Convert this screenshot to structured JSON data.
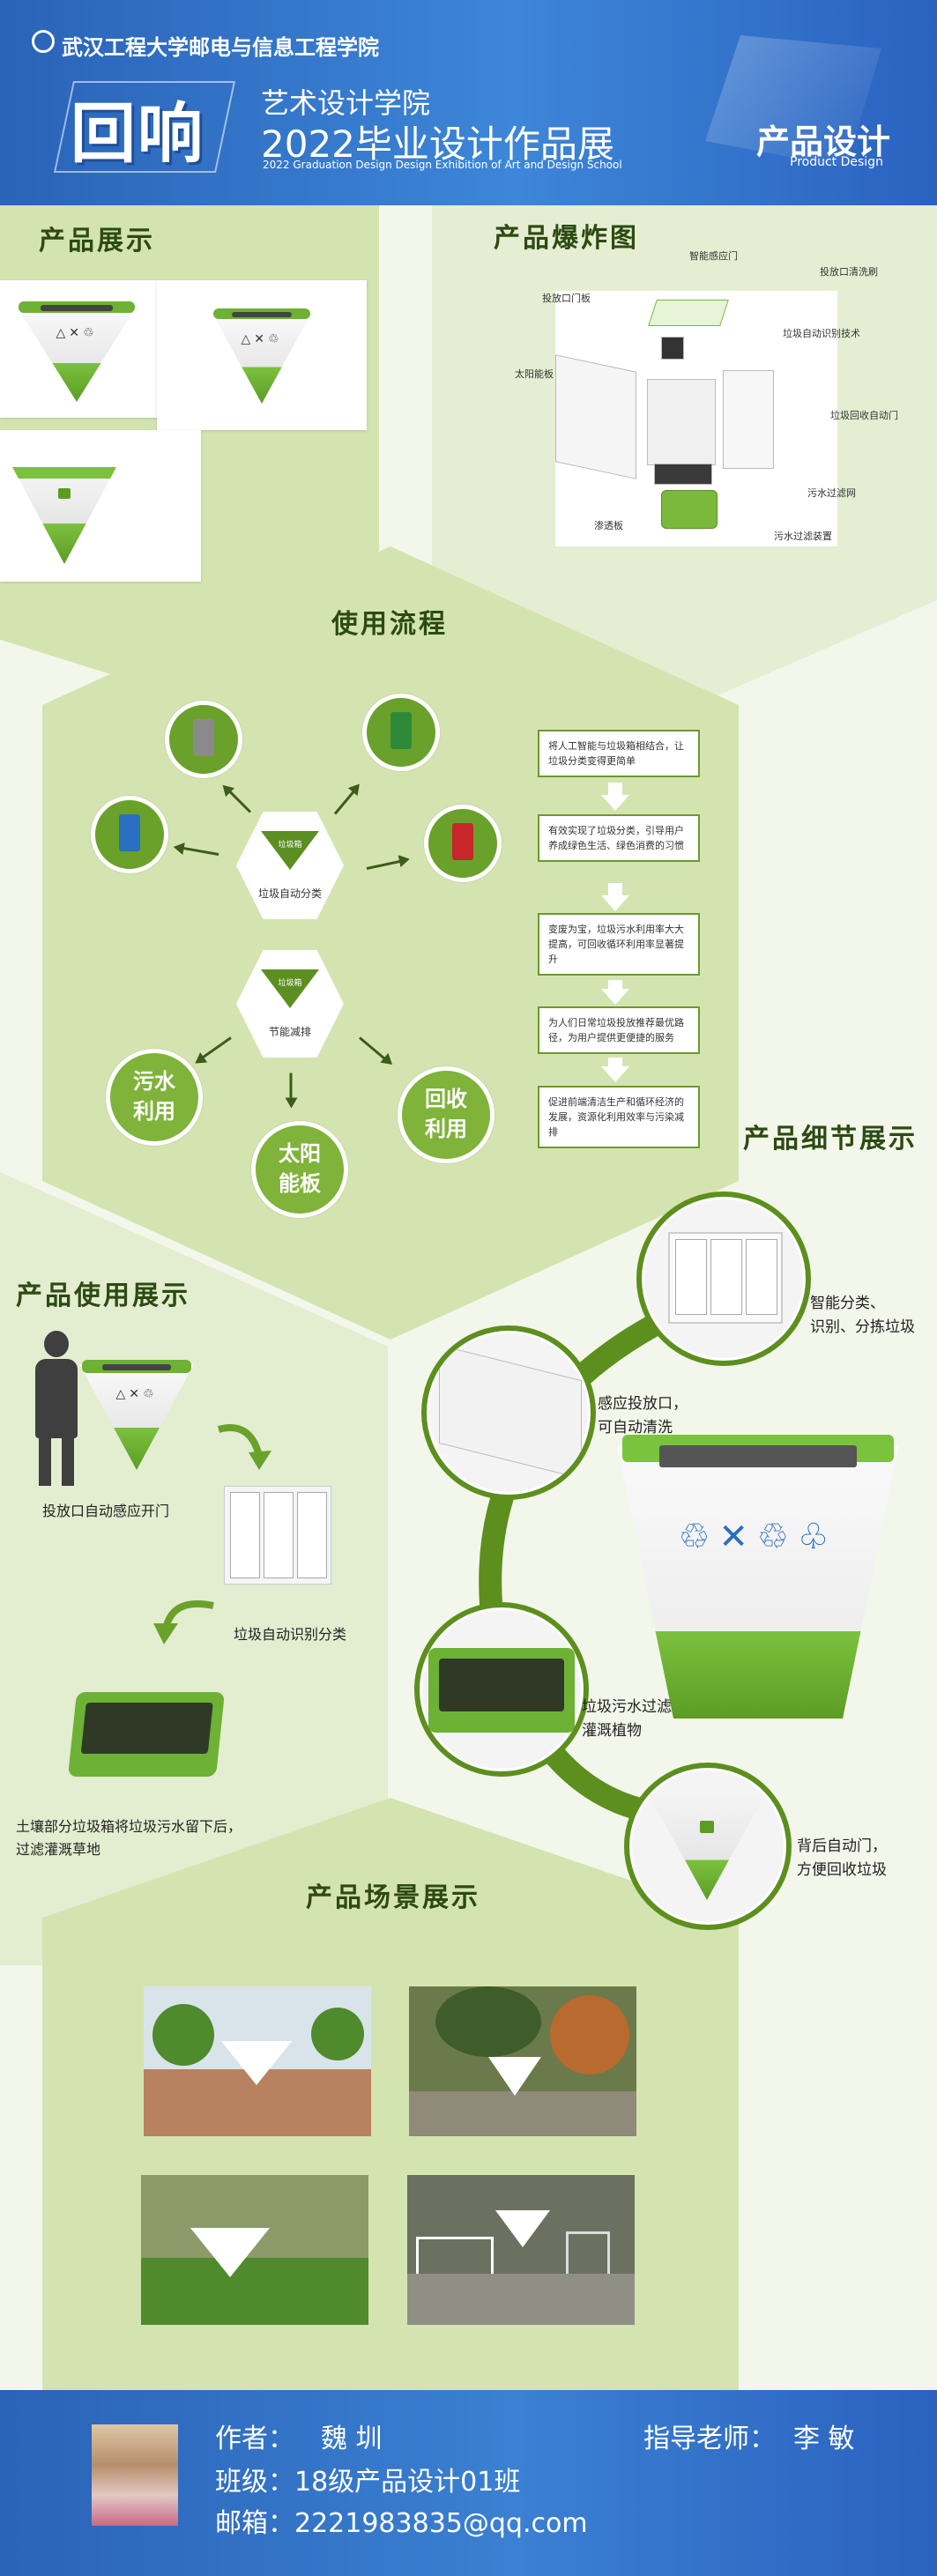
{
  "header": {
    "university": "武汉工程大学邮电与信息工程学院",
    "big_title": "回响",
    "school": "艺术设计学院",
    "exhibition": "2022毕业设计作品展",
    "exhibition_en": "2022 Graduation Design Design Exhibition of Art and Design School",
    "category": "产品设计",
    "category_en": "Product Design"
  },
  "sections": {
    "display_title": "产品展示",
    "explode_title": "产品爆炸图",
    "flow_title": "使用流程",
    "detail_title": "产品细节展示",
    "use_title": "产品使用展示",
    "scene_title": "产品场景展示"
  },
  "explode_labels": {
    "smart_door": "智能感应门",
    "auto_clean": "投放口清洗刷",
    "inlet_board": "投放口门板",
    "recognition": "垃圾自动识别技术",
    "solar": "太阳能板",
    "auto_door": "垃圾回收自动门",
    "filter_net": "污水过滤网",
    "seepage": "渗透板",
    "filter_device": "污水过滤装置"
  },
  "flow": {
    "bin_label_1": "垃圾箱",
    "center_caption_1": "垃圾自动分类",
    "bin_label_2": "垃圾箱",
    "center_caption_2": "节能减排",
    "out1": "污水\n利用",
    "out2": "太阳\n能板",
    "out3": "回收\n利用",
    "steps": [
      "将人工智能与垃圾箱相结合，让垃圾分类变得更简单",
      "有效实现了垃圾分类，引导用户养成绿色生活、绿色消费的习惯",
      "变废为宝，垃圾污水利用率大大提高，可回收循环利用率显著提升",
      "为人们日常垃圾投放推荐最优路径，为用户提供更便捷的服务",
      "促进前端清洁生产和循环经济的发展，资源化利用效率与污染减排"
    ]
  },
  "detail": {
    "d1": "智能分类、\n识别、分拣垃圾",
    "d2": "感应投放口，\n可自动清洗",
    "d3": "垃圾污水过滤，\n灌溉植物",
    "d4": "背后自动门，\n方便回收垃圾"
  },
  "use": {
    "u1": "投放口自动感应开门",
    "u2": "垃圾自动识别分类",
    "u3": "土壤部分垃圾箱将垃圾污水留下后，\n过滤灌溉草地"
  },
  "footer": {
    "author_label": "作者：",
    "author": "魏  圳",
    "class_label": "班级：",
    "class": "18级产品设计01班",
    "email_label": "邮箱：",
    "email": "2221983835@qq.com",
    "teacher_label": "指导老师：",
    "teacher": "李  敏"
  },
  "colors": {
    "header_blue": "#2a63b8",
    "accent_green": "#6aa12b",
    "panel_green": "#d4e4b1"
  }
}
